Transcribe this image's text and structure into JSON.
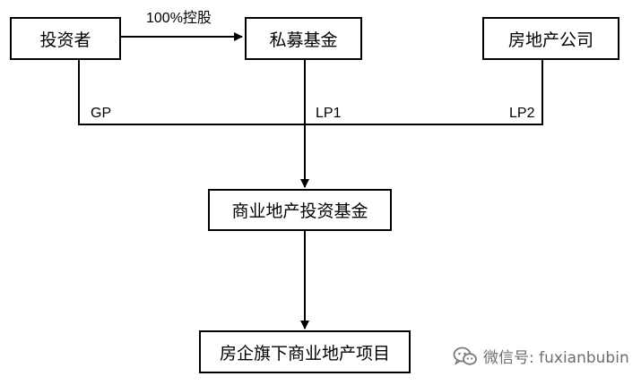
{
  "diagram": {
    "nodes": {
      "investor": "投资者",
      "pe_fund": "私募基金",
      "developer": "房地产公司",
      "commercial_fund": "商业地产投资基金",
      "project": "房企旗下商业地产项目"
    },
    "edge_labels": {
      "holding": "100%控股",
      "gp": "GP",
      "lp1": "LP1",
      "lp2": "LP2"
    }
  },
  "watermark": {
    "icon": "wechat-icon",
    "text": "微信号: fuxianbubin"
  }
}
